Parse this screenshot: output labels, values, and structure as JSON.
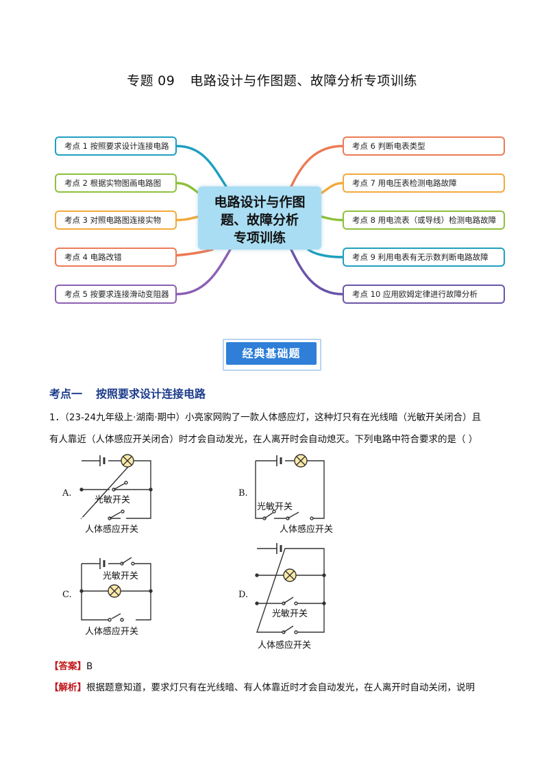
{
  "title": {
    "prefix": "专题",
    "num": "09",
    "text": "电路设计与作图题、故障分析专项训练"
  },
  "mindmap": {
    "center_lines": [
      "电路设计与作图",
      "题、故障分析",
      "专项训练"
    ],
    "left": [
      {
        "label": "考点 1  按照要求设计连接电路",
        "color": "#1e9fbf"
      },
      {
        "label": "考点 2  根据实物图画电路图",
        "color": "#8dc03c"
      },
      {
        "label": "考点 3  对照电路图连接实物",
        "color": "#f2a93b"
      },
      {
        "label": "考点 4  电路改错",
        "color": "#ec7a55"
      },
      {
        "label": "考点 5  按要求连接滑动变阻器",
        "color": "#8b5fb3"
      }
    ],
    "right": [
      {
        "label": "考点 6  判断电表类型",
        "color": "#ec7a55"
      },
      {
        "label": "考点 7  用电压表检测电路故障",
        "color": "#f2a93b"
      },
      {
        "label": "考点 8  用电流表（或导线）检测电路故障",
        "color": "#8dc03c"
      },
      {
        "label": "考点 9  利用电表有无示数判断电路故障",
        "color": "#1e9fbf"
      },
      {
        "label": "考点 10  应用欧姆定律进行故障分析",
        "color": "#6a54a8"
      }
    ]
  },
  "badge": "经典基础题",
  "section": {
    "name": "考点一",
    "title": "按照要求设计连接电路"
  },
  "question": {
    "line1": "1．（23-24九年级上·湖南·期中）小亮家网购了一款人体感应灯，这种灯只有在光线暗（光敏开关闭合）且",
    "line2": "有人靠近（人体感应开关闭合）时才会自动发光，在人离开时会自动熄灭。下列电路中符合要求的是（        ）"
  },
  "options": {
    "A": {
      "label": "A.",
      "s1": "光敏开关",
      "s2": "人体感应开关"
    },
    "B": {
      "label": "B.",
      "s1": "光敏开关",
      "s2": "人体感应开关"
    },
    "C": {
      "label": "C.",
      "s1": "光敏开关",
      "s2": "人体感应开关"
    },
    "D": {
      "label": "D.",
      "s1": "光敏开关",
      "s2": "人体感应开关"
    }
  },
  "answer": {
    "tag": "【答案】",
    "value": "B"
  },
  "analysis": {
    "tag": "【解析】",
    "text": "根据题意知道，要求灯只有在光线暗、有人体靠近时才会自动发光，在人离开时自动关闭，说明"
  },
  "colors": {
    "accent_blue": "#2f7fd8",
    "section_blue": "#1b3a8a",
    "answer_red": "#c0171b",
    "center_fill": "#a9ddf3",
    "lamp_fill": "#fde9a8"
  }
}
